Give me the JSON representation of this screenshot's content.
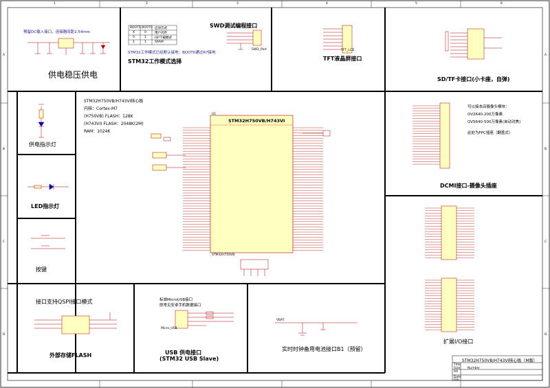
{
  "frame": {
    "col_numbers": [
      "1",
      "2",
      "3",
      "4",
      "5",
      "6"
    ],
    "row_letters": [
      "A",
      "B",
      "C",
      "D"
    ]
  },
  "power": {
    "title": "供电稳压供电",
    "note": "预留DC输入接口，连接器间距2.54mm"
  },
  "boot": {
    "title": "STM32工作模式选择",
    "note": "STM32工作模式已经默认接地：BOOT0通过R7接地",
    "table_headers": [
      "BOOT1",
      "BOOT0",
      "启动方式"
    ],
    "table_rows": [
      [
        "X",
        "0",
        "用户闪存"
      ],
      [
        "0",
        "1",
        "ISP下载模式"
      ],
      [
        "1",
        "1",
        "SRAM"
      ]
    ]
  },
  "swd": {
    "title": "SWD调试编程接口",
    "label": "SWD_Port"
  },
  "tft": {
    "title": "TFT液晶屏接口",
    "label": "TFT_LCD"
  },
  "sd": {
    "title": "SD/TF卡接口(小卡座，自弹)"
  },
  "mcu": {
    "title": "STM32H750VB/H743VI核心板",
    "core": "内核：Cortex-M7",
    "flash1": "(H750VB) FLASH：128K",
    "flash2": "(H743VI) FLASH：2048K(2M)",
    "ram": "RAM：1024K",
    "chip_name": "STM32H750VB/H743VI",
    "ref": "U1",
    "footer": "STM32H750VB"
  },
  "power_led": {
    "title": "供电指示灯"
  },
  "led": {
    "title": "LED指示灯"
  },
  "key": {
    "title": "按键"
  },
  "dcmi": {
    "title": "DCMI接口-摄像头插座",
    "note1": "可以接本店摄像头模块：",
    "note2": "OV2640-200万像素",
    "note3": "OV5640-500万像素(自动对焦)",
    "note4": "此处为FPC插座（翻盖式）"
  },
  "io": {
    "title": "扩展I/O接口"
  },
  "qspi": {
    "title": "接口支持QSPI接口模式",
    "subtitle": "外部存储FLASH"
  },
  "usb": {
    "title1": "USB 供电接口",
    "title2": "(STM32  USB Slave)",
    "note1": "标准MicroUSB接口",
    "note2": "即常见安卓手机数据接口",
    "label": "Micro_USB"
  },
  "rtc": {
    "title": "实时时钟备用电池接口B1（预留）",
    "label": "VBAT"
  },
  "titleblock": {
    "title": "STM32H750VB/H743VI核心板（M版）",
    "row1": "Title",
    "row2": "Size",
    "row3": "A4",
    "row4": "Number",
    "row5": "Date",
    "row6": "File"
  }
}
